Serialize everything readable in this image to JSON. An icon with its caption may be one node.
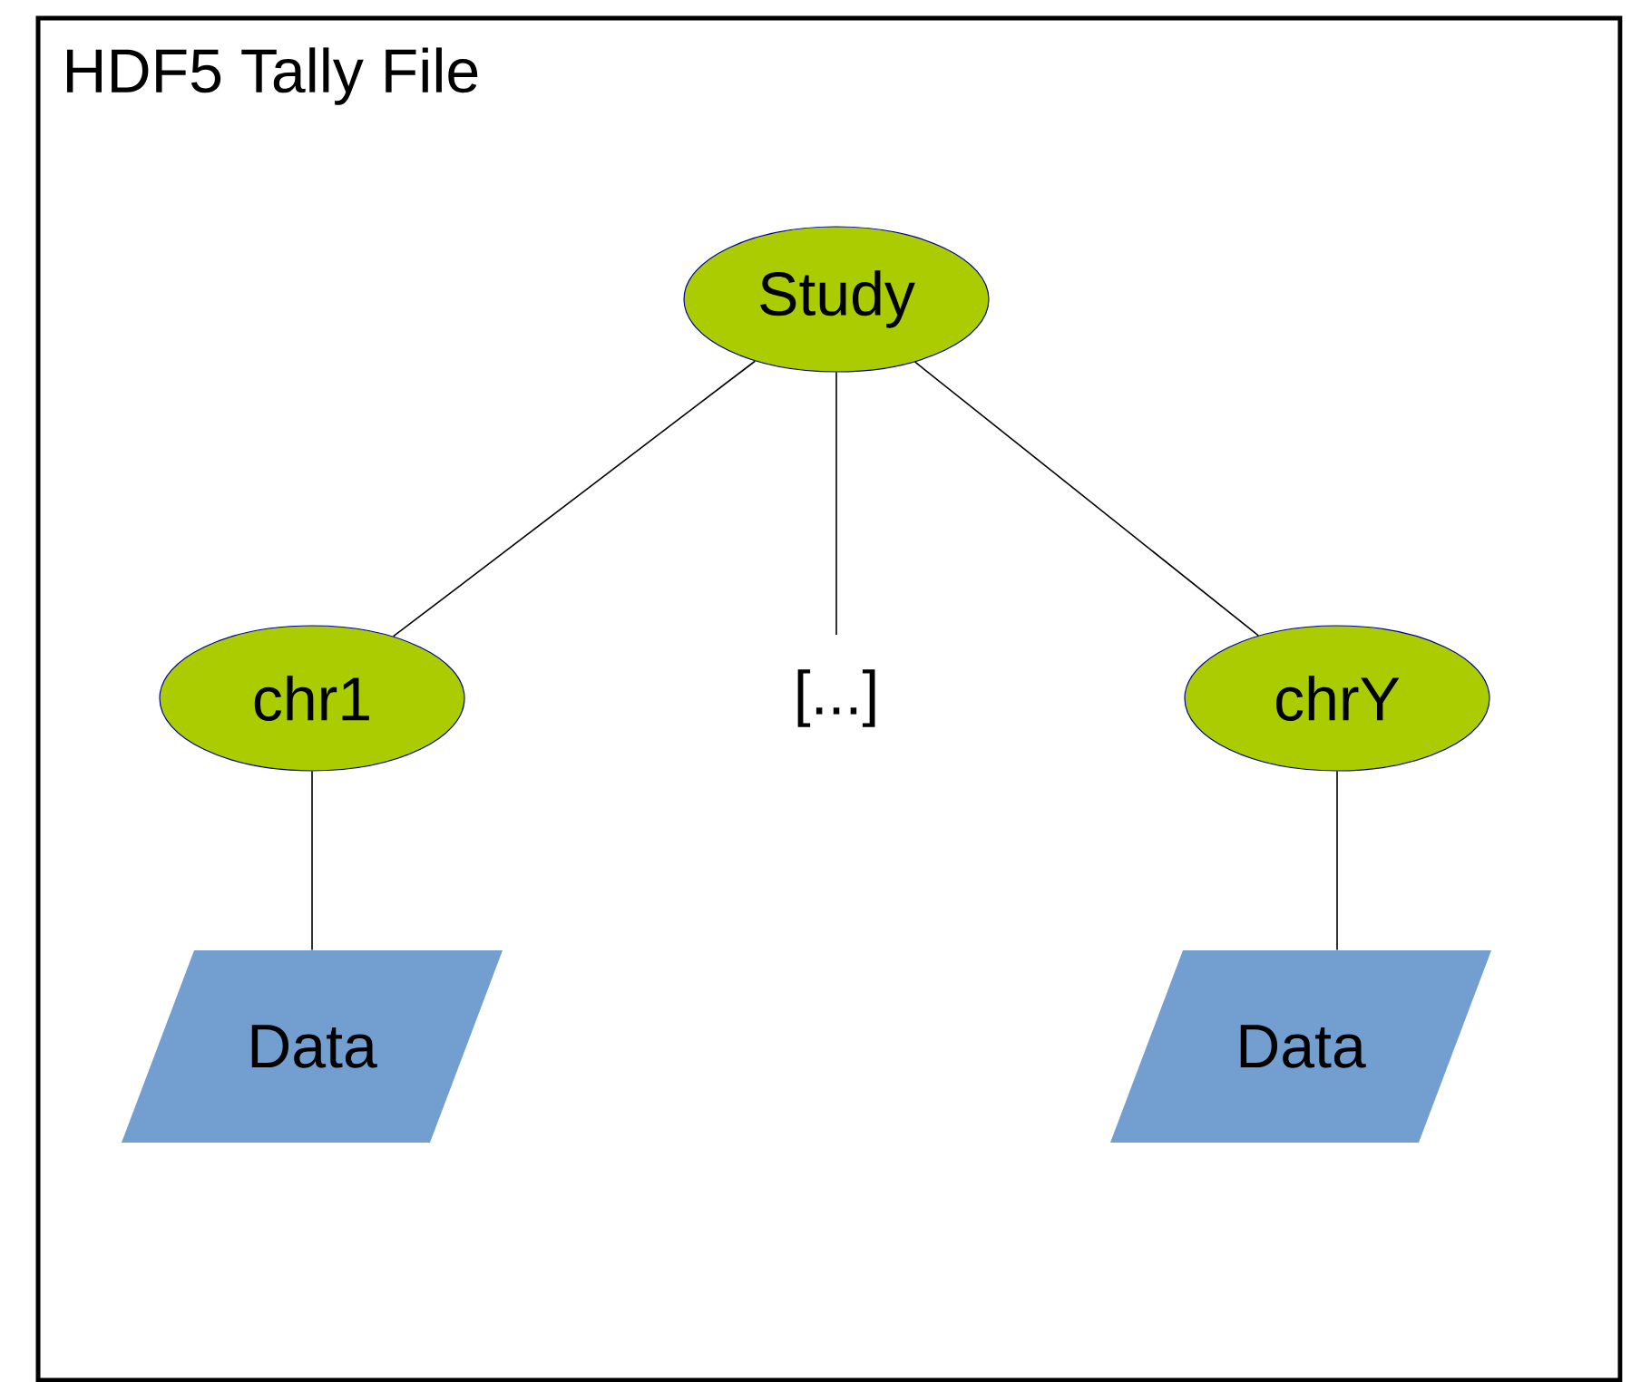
{
  "diagram": {
    "nodes": [
      {
        "text": [
          "HDF5 Tally File"
        ]
      },
      {
        "text": [
          "Study"
        ],
        "in": 0
      },
      {
        "text": [
          "chr1"
        ],
        "in": 0
      },
      {
        "text": [
          "[...]"
        ],
        "in": 0
      },
      {
        "text": [
          "chrY"
        ],
        "in": 0
      },
      {
        "text": [
          "Data"
        ],
        "in": 0
      },
      {
        "text": [
          "Data"
        ],
        "in": 0
      }
    ],
    "edges": [
      {
        "from": 1,
        "to": 2,
        "arrow": "none"
      },
      {
        "from": 1,
        "to": 3,
        "arrow": "none"
      },
      {
        "from": 1,
        "to": 4,
        "arrow": "none"
      },
      {
        "from": 2,
        "to": 5,
        "arrow": "none"
      },
      {
        "from": 4,
        "to": 6,
        "arrow": "none"
      }
    ]
  }
}
